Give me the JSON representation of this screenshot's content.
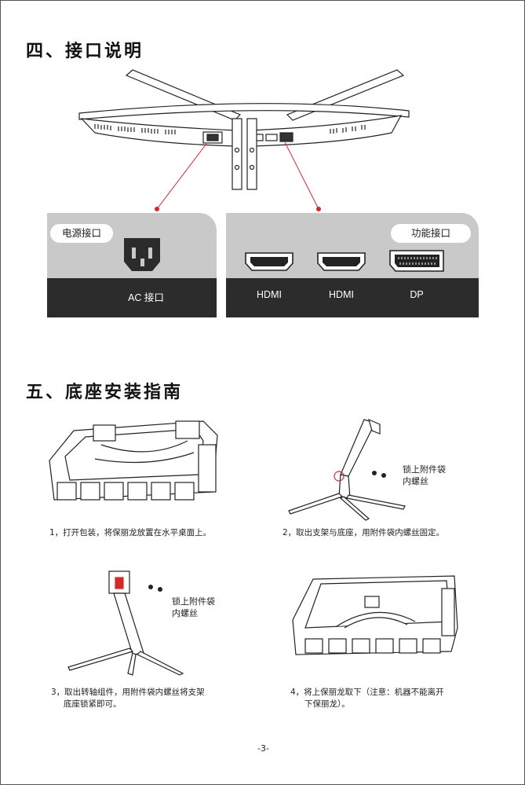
{
  "section4": {
    "title": "四、接口说明"
  },
  "ports": {
    "power_label": "电源接口",
    "function_label": "功能接口",
    "ac_label": "AC 接口",
    "hdmi1_label": "HDMI",
    "hdmi2_label": "HDMI",
    "dp_label": "DP"
  },
  "section5": {
    "title": "五、底座安装指南"
  },
  "steps": [
    {
      "text": "1，打开包装，将保丽龙放置在水平桌面上。"
    },
    {
      "text": "2，取出支架与底座，用附件袋内螺丝固定。",
      "note_line1": "锁上附件袋",
      "note_line2": "内螺丝"
    },
    {
      "text_line1": "3，取出转轴组件，用附件袋内螺丝将支架",
      "text_line2": "底座锁紧即可。",
      "note_line1": "锁上附件袋",
      "note_line2": "内螺丝"
    },
    {
      "text_line1": "4，将上保丽龙取下（注意：机器不能离开",
      "text_line2": "下保丽龙）。"
    }
  ],
  "footer": {
    "page_number": "-3-"
  },
  "colors": {
    "accent": "#d62828",
    "panel_light": "#c9c9c9",
    "panel_dark": "#2c2c2c"
  }
}
